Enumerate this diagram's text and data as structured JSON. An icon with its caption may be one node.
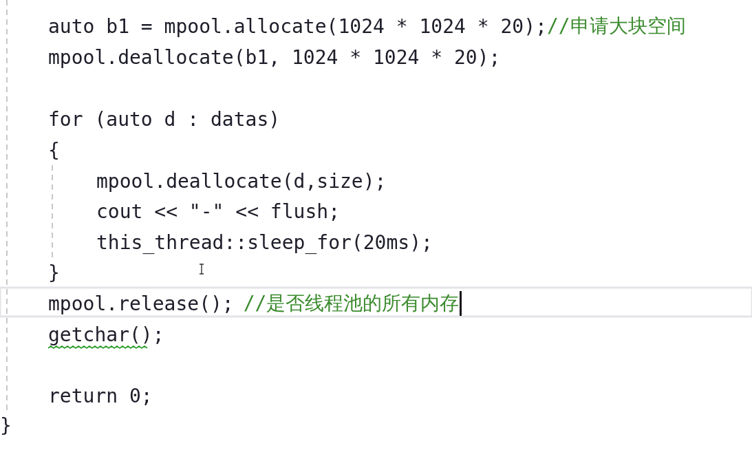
{
  "diagram": {
    "labels": [
      "auto b1 = mpool.allocate(1024 * 1024 * 20);",
      "//申请大块空间",
      "mpool.deallocate(b1, 1024 * 1024 * 20);",
      "for (auto d : datas)",
      "{",
      "mpool.deallocate(d,size);",
      "cout << \"-\" << flush;",
      "this_thread::sleep_for(20ms);",
      "}",
      "mpool.release();",
      "//是否线程池的所有内存",
      "getchar();",
      "return 0;",
      "}"
    ]
  }
}
